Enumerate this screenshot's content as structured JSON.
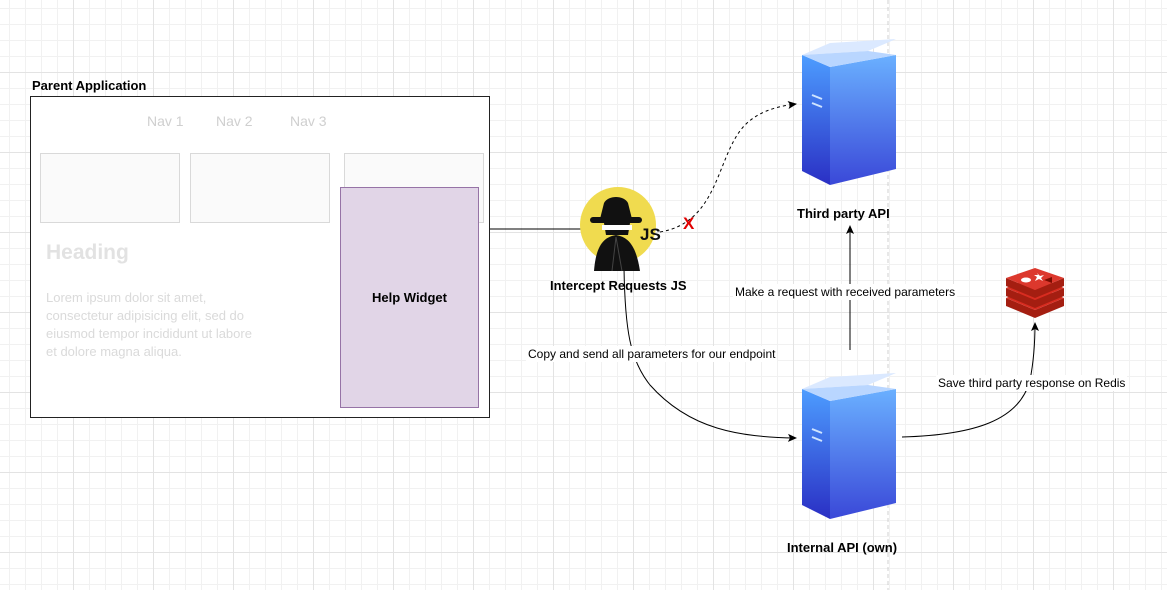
{
  "parent_app": {
    "title": "Parent Application",
    "nav": [
      "Nav 1",
      "Nav 2",
      "Nav 3"
    ],
    "heading": "Heading",
    "body_text": "Lorem ipsum dolor sit amet, consectetur adipisicing elit, sed do eiusmod tempor incididunt ut labore et dolore magna aliqua.",
    "widget_label": "Help Widget"
  },
  "nodes": {
    "interceptor": {
      "label": "Intercept Requests JS",
      "js_badge": "JS",
      "blocked_mark": "X"
    },
    "third_party": {
      "label": "Third party API"
    },
    "internal": {
      "label": "Internal API (own)"
    },
    "redis": {
      "label": ""
    }
  },
  "edges": {
    "copy_send": "Copy and send all parameters for our endpoint",
    "make_request": "Make a request with received parameters",
    "save_redis": "Save third party response on Redis"
  },
  "colors": {
    "widget_fill": "#e1d5e7",
    "widget_stroke": "#9673a6",
    "server_light": "#4d9dff",
    "server_dark": "#2a2fc4",
    "js_yellow": "#f0db4f",
    "redis_red": "#c6302b",
    "blocked_red": "#e00000"
  }
}
